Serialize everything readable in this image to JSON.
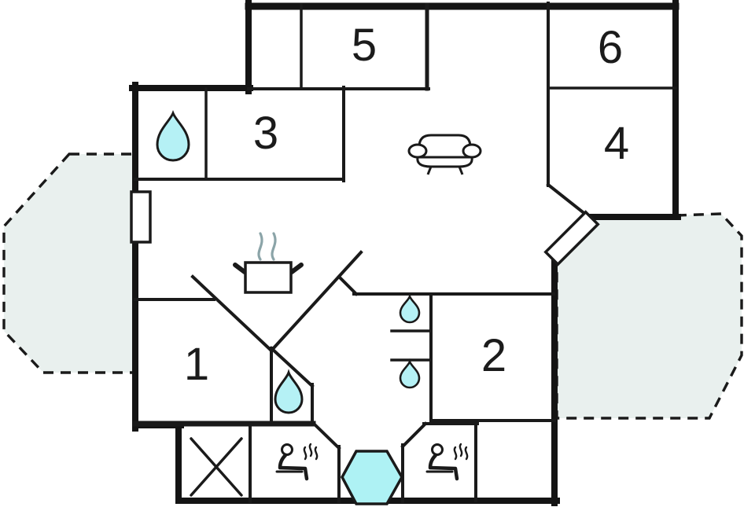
{
  "plan": {
    "rooms": [
      {
        "id": "1",
        "label": "1"
      },
      {
        "id": "2",
        "label": "2"
      },
      {
        "id": "3",
        "label": "3"
      },
      {
        "id": "4",
        "label": "4"
      },
      {
        "id": "5",
        "label": "5"
      },
      {
        "id": "6",
        "label": "6"
      }
    ],
    "features": {
      "bathroom_drops": 4,
      "saunas": 2,
      "hot_tub": 1,
      "sofa": 1,
      "stove": 1,
      "storage_x": 1,
      "terraces": 2,
      "doors": 2
    },
    "colors": {
      "wall": "#1a1a1a",
      "water": "#b5f1f5",
      "hot_tub": "#aef2f4",
      "terrace": "#e9f0ee",
      "steam": "#8ba4a8"
    }
  }
}
